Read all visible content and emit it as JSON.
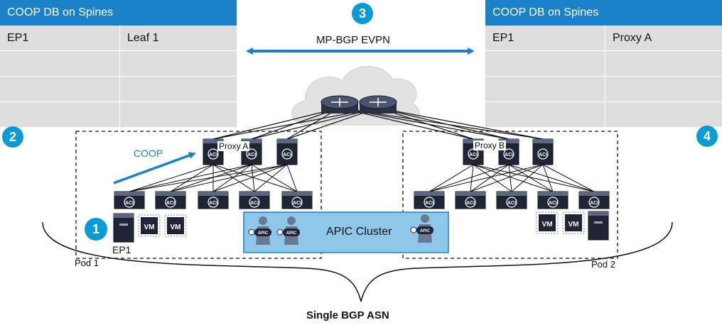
{
  "tables": {
    "left": {
      "title": "COOP DB on Spines",
      "rows": [
        [
          "EP1",
          "Leaf 1"
        ],
        [
          "",
          ""
        ],
        [
          "",
          ""
        ],
        [
          "",
          ""
        ]
      ]
    },
    "right": {
      "title": "COOP DB on Spines",
      "rows": [
        [
          "EP1",
          "Proxy A"
        ],
        [
          "",
          ""
        ],
        [
          "",
          ""
        ],
        [
          "",
          ""
        ]
      ]
    }
  },
  "badges": {
    "b1": "1",
    "b2": "2",
    "b3": "3",
    "b4": "4"
  },
  "labels": {
    "evpn": "MP-BGP EVPN",
    "coop": "COOP",
    "proxy_a": "Proxy A",
    "proxy_b": "Proxy B",
    "ep1": "EP1",
    "apic_cluster": "APIC Cluster",
    "pod1": "Pod 1",
    "pod2": "Pod 2",
    "asn": "Single BGP ASN"
  },
  "icon_text": {
    "aci": "ACI",
    "vm": "VM",
    "apic": "APIC"
  },
  "colors": {
    "accent": "#1b81c9",
    "badge": "#0a9ad6",
    "apic_bg": "#8fc7ea",
    "cell": "#dedede"
  }
}
